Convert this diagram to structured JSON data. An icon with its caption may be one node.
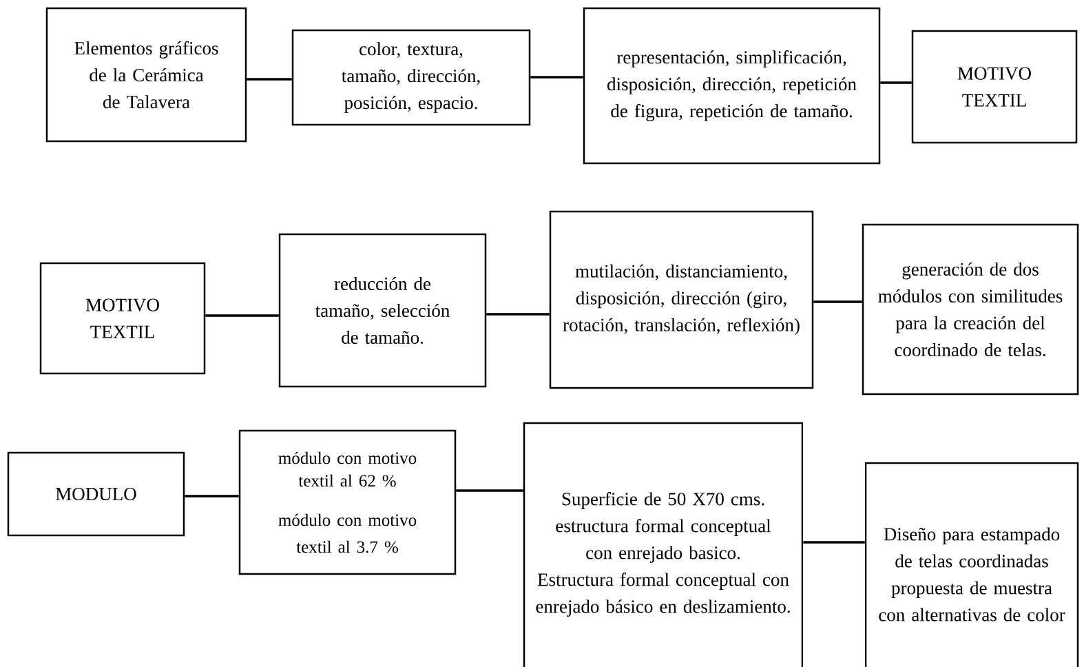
{
  "diagram": {
    "nodes": [
      {
        "text": [
          "Elementos gráficos de la Cerámica de Talavera"
        ]
      },
      {
        "text": [
          "color, textura, tamaño, dirección, posición, espacio."
        ]
      },
      {
        "text": [
          "representación, simplificación, disposición, dirección, repetición de figura, repetición de tamaño."
        ]
      },
      {
        "text": [
          "MOTIVO TEXTIL"
        ]
      },
      {
        "text": [
          "MOTIVO TEXTIL"
        ]
      },
      {
        "text": [
          "reducción de tamaño, selección de tamaño."
        ]
      },
      {
        "text": [
          "mutilación, distanciamiento, disposición, dirección (giro, rotación, translación, reflexión)"
        ]
      },
      {
        "text": [
          "generación de dos módulos con similitudes para la creación del coordinado de telas."
        ]
      },
      {
        "text": [
          "MODULO"
        ]
      },
      {
        "text": [
          "módulo con motivo textil al 62 %",
          "módulo con motivo textil al 3.7 %"
        ]
      },
      {
        "text": [
          "Superficie de 50 X70 cms. estructura formal conceptual con enrejado basico.",
          "Estructura formal conceptual con enrejado básico en deslizamiento."
        ]
      },
      {
        "text": [
          "Diseño para estampado de telas coordinadas propuesta de muestra con alternativas de color"
        ]
      }
    ],
    "edges": [
      {
        "from": 0,
        "to": 1,
        "arrow": "none"
      },
      {
        "from": 1,
        "to": 2,
        "arrow": "none"
      },
      {
        "from": 2,
        "to": 3,
        "arrow": "none"
      },
      {
        "from": 4,
        "to": 5,
        "arrow": "none"
      },
      {
        "from": 5,
        "to": 6,
        "arrow": "none"
      },
      {
        "from": 6,
        "to": 7,
        "arrow": "none"
      },
      {
        "from": 8,
        "to": 9,
        "arrow": "none"
      },
      {
        "from": 9,
        "to": 10,
        "arrow": "none"
      },
      {
        "from": 10,
        "to": 11,
        "arrow": "none"
      }
    ]
  }
}
